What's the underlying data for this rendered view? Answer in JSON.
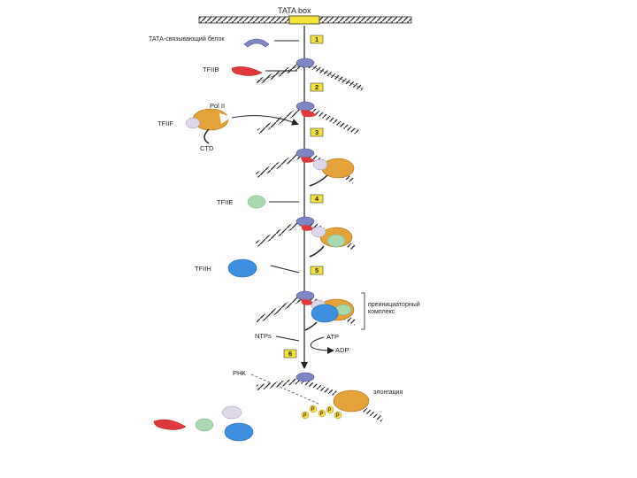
{
  "diagram": {
    "tata_box_label": "TATA box",
    "labels": {
      "tbp": "ТАТА-связывающий белок",
      "tfiib": "TFIIB",
      "pol_ii": "Pol II",
      "tfiif": "TFIIF",
      "ctd": "CTD",
      "tfiie": "TFIIE",
      "tfiih": "TFIIH",
      "preinit_line1": "преинициаторный",
      "preinit_line2": "комплекс",
      "ntps": "NTPs",
      "atp": "ATP",
      "adp": "ADP",
      "rnk": "РНК",
      "elongation": "элонгация",
      "phosphate": "P"
    },
    "steps": [
      "1",
      "2",
      "3",
      "4",
      "5",
      "6"
    ],
    "colors": {
      "tbp": "#7f86c4",
      "tfiib": "#e0383b",
      "pol_ii": "#e3a23a",
      "tfiif": "#ddd7e8",
      "tfiie": "#a9d9b0",
      "tfiih": "#3f8fe0",
      "tata_box": "#f3e23a",
      "phosphate": "#f5e04a",
      "dna": "#2b2b2b",
      "step_box": "#f3e23a"
    }
  }
}
